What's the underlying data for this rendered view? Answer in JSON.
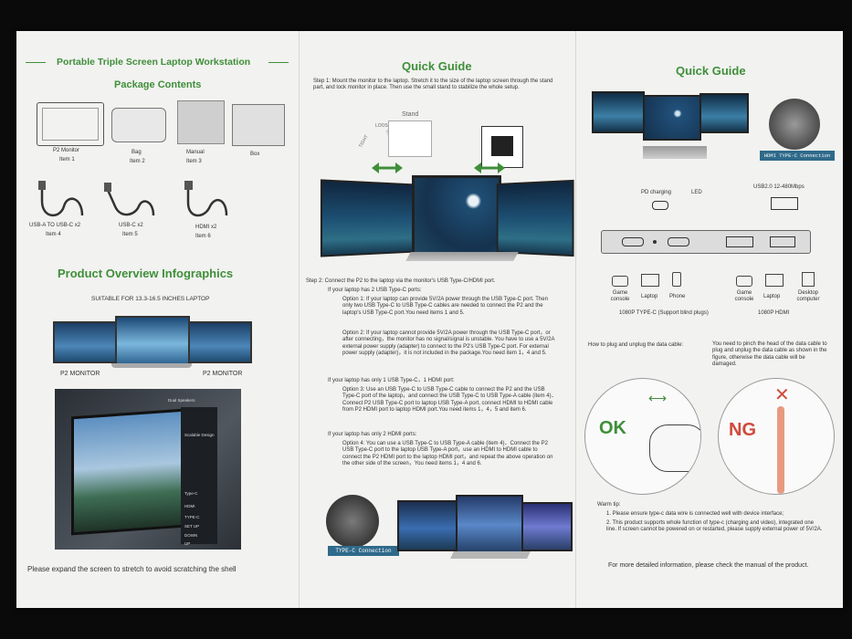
{
  "panel1": {
    "title": "Portable Triple Screen Laptop Workstation",
    "package_heading": "Package Contents",
    "items": [
      {
        "name": "P2 Monitor",
        "qty": "Item 1"
      },
      {
        "name": "Bag",
        "qty": "Item 2"
      },
      {
        "name": "Manual",
        "qty": "Item 3"
      },
      {
        "name": "Box",
        "qty": ""
      },
      {
        "name": "USB-A TO USB-C x2",
        "qty": "Item 4"
      },
      {
        "name": "USB-C x2",
        "qty": "Item 5"
      },
      {
        "name": "HDMI x2",
        "qty": "Item 6"
      }
    ],
    "overview_heading": "Product Overview Infographics",
    "suitable": "SUITABLE FOR 13.3-16.5 INCHES LAPTOP",
    "left_monitor": "P2  MONITOR",
    "right_monitor": "P2 MONITOR",
    "photo_labels": [
      "Dual Speakers",
      "Scalable Design",
      "Type-C",
      "HDMI",
      "TYPE-C",
      "SET UP",
      "DOWN",
      "UP"
    ],
    "footer": "Please expand the screen to stretch to avoid scratching the shell"
  },
  "panel2": {
    "title": "Quick Guide",
    "step1": "Step 1:  Mount the monitor to the laptop. Stretch it to the size of the laptop screen through the stand part, and lock monitor in place. Then use the small stand to stabilize the whole setup.",
    "stand_label": "Stand",
    "loose_label": "LOOSE",
    "tight_left": "TIGHT",
    "tight_right": "TIGHT",
    "step2": "Step 2: Connect the P2 to the laptop via the monitor's USB Type-C/HDMI port.",
    "case1": "If your laptop has 2 USB Type-C ports:",
    "option1": "Option 1: If your laptop can provide 5V/2A power through the USB Type-C port. Then only two USB Type-C to USB Type-C cables are needed to connect the P2 and the laptop's USB Type-C port.You need items 1 and 5.",
    "option2": "Option 2: If your laptop cannot provide 5V/2A power through the USB Type-C port，or after connecting，the monitor has no signal/signal is unstable. You have to use a 5V/2A external power supply (adapter) to connect to the P2's USB Type-C port. For external power supply (adapter)，it is not included in the package.You need item 1，4 and 5.",
    "case2": "If your laptop has only 1 USB Type-C，1 HDMI port:",
    "option3": "Option 3: Use an USB Type-C to USB Type-C cable to connect the P2 and the USB Type-C port of the laptop，and connect the USB Type-C to USB Type-A cable (item 4)．Connect P2 USB Type-C port to laptop USB Type-A port, connect HDMI to HDMI cable from P2 HDMI port to laptop HDMI port.You need items 1，4，5 and item 6.",
    "case3": "If your laptop has only 2 HDMI ports:",
    "option4": "Option 4: You can use a USB Type-C to USB Type-A cable (item 4)．Connect the P2 USB Type-C port to the laptop USB Type-A port，use an HDMI to HDMI cable to connect the P2 HDMI port to the laptop HDMI port，and repeat the above operation on the other side of the screen，You need items 1，4 and 6.",
    "badge": "TYPE-C Connection"
  },
  "panel3": {
    "title": "Quick Guide",
    "badge": "HDMI TYPE-C Connection",
    "pd_label": "PD charging",
    "led_label": "LED",
    "usb_label": "USB2.0 12-480Mbps",
    "devices_left": [
      "Game console",
      "Laptop",
      "Phone"
    ],
    "devices_right": [
      "Game console",
      "Laptop",
      "Desktop computer"
    ],
    "port_left": "1080P TYPE-C (Support blind plugs)",
    "port_right": "1080P HDMI",
    "unplug_title": "How to plug and unplug the data cable:",
    "unplug_text": "You need to pinch the head of the data cable to plug and unplug the data cable as shown in the figure, otherwise the data cable will be damaged.",
    "ok": "OK",
    "ng": "NG",
    "warm_title": "Warm tip:",
    "tips": [
      "1. Please ensure type-c data wire is connected well with device interface;",
      "2. This product supports whole function of type-c (charging and video), integrated one line.  If screen cannot be powered on or restarted, please supply external power of 5V/2A."
    ],
    "footer": "For more detailed information, please check the manual of the product."
  },
  "colors": {
    "accent": "#3f8f3a",
    "badge": "#2f6a8a",
    "ng": "#d04a3a"
  }
}
